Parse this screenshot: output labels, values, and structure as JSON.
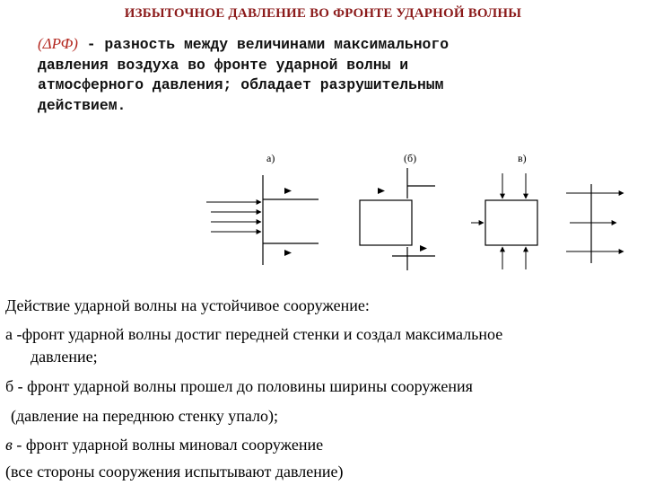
{
  "title": "ИЗБЫТОЧНОЕ ДАВЛЕНИЕ ВО ФРОНТЕ УДАРНОЙ ВОЛНЫ",
  "definition": {
    "open_bracket": "(",
    "abbr": "ΔРФ",
    "close_bracket": ")",
    "line1_rest": " - разность между величинами максимального",
    "line2": "давления воздуха во фронте ударной волны и",
    "line3": "атмосферного давления; обладает разрушительным",
    "line4": "действием."
  },
  "diagram": {
    "label_a": "а)",
    "label_b": "(б)",
    "label_c": "в)"
  },
  "caption": {
    "title": "Действие ударной волны на устойчивое сооружение:",
    "item_a_marker": "а",
    "item_a_line1": " -фронт ударной волны достиг передней стенки и создал максимальное",
    "item_a_line2": "давление;",
    "item_b_marker": "б",
    "item_b_line1": " - фронт ударной волны прошел до половины ширины сооружения",
    "item_b_line2": "(давление на переднюю стенку упало);",
    "item_c_marker": "в",
    "item_c_line1": " - фронт ударной волны миновал сооружение",
    "item_c_line2": "(все стороны сооружения испытывают давление)"
  },
  "colors": {
    "title": "#8b1a1a",
    "abbr": "#b3261e",
    "lines": "#000000"
  }
}
